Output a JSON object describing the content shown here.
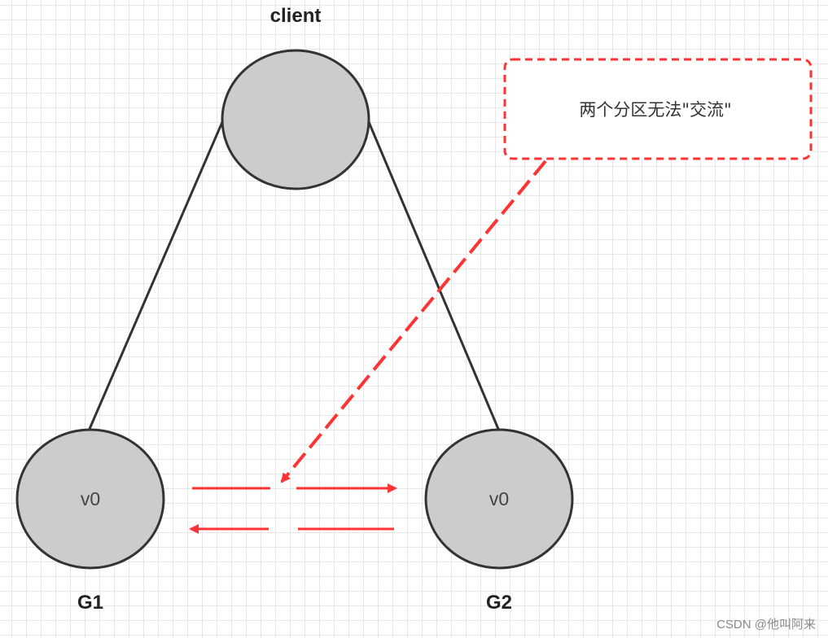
{
  "nodes": {
    "client": {
      "label": "client"
    },
    "g1": {
      "inner": "v0",
      "label": "G1"
    },
    "g2": {
      "inner": "v0",
      "label": "G2"
    }
  },
  "note": {
    "text": "两个分区无法\"交流\""
  },
  "watermark": "CSDN @他叫阿来",
  "colors": {
    "node_fill": "#cccccc",
    "stroke": "#333333",
    "accent": "#ff3333"
  }
}
